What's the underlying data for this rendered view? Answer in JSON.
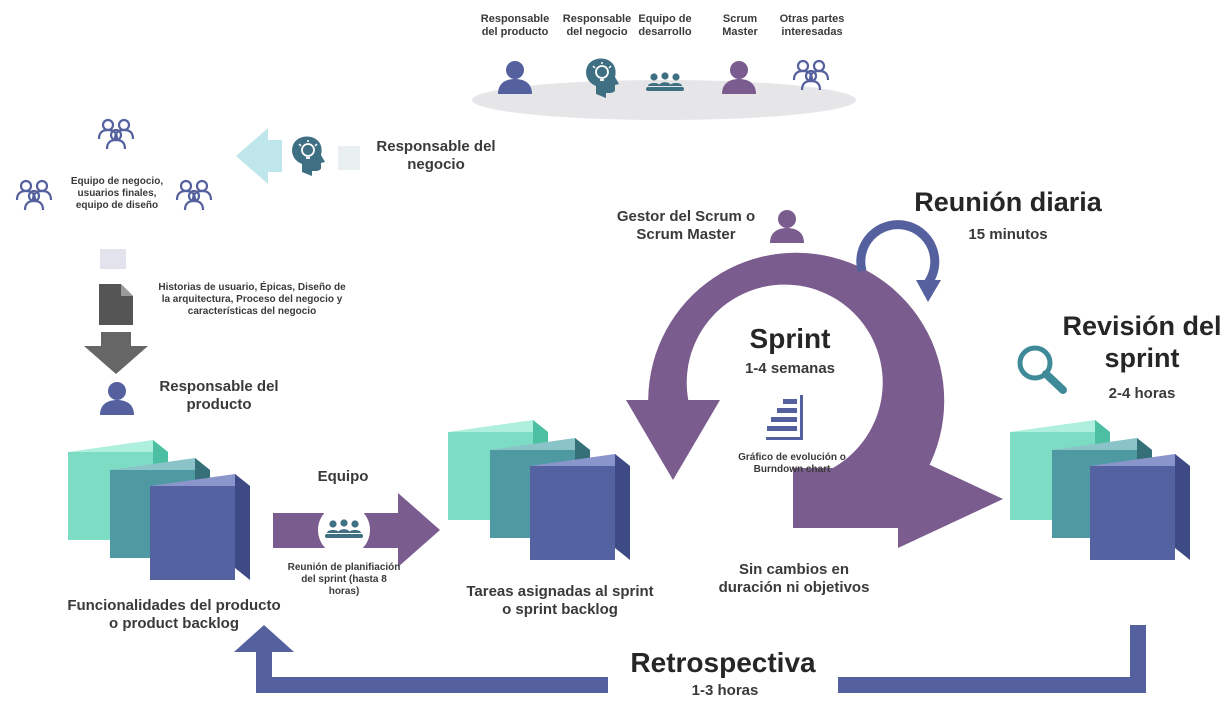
{
  "roles": [
    {
      "label": "Responsable\ndel producto",
      "icon": "person-icon"
    },
    {
      "label": "Responsable\ndel negocio",
      "icon": "head-lightbulb-icon"
    },
    {
      "label": "Equipo de\ndesarrollo",
      "icon": "team-meeting-icon"
    },
    {
      "label": "Scrum\nMaster",
      "icon": "person-icon"
    },
    {
      "label": "Otras partes\ninteresadas",
      "icon": "people-group-icon"
    }
  ],
  "business": {
    "owner_label": "Responsable del\nnegocio",
    "group_label": "Equipo de negocio,\nusuarios finales,\nequipo de diseño",
    "inputs_label": "Historias de usuario, Épicas, Diseño de\nla arquitectura, Proceso del negocio y\ncaracterísticas del negocio"
  },
  "product": {
    "owner_label": "Responsable del\nproducto",
    "backlog_label": "Funcionalidades del producto\no product backlog"
  },
  "planning": {
    "team_label": "Equipo",
    "meeting_label": "Reunión de planifiación\ndel sprint (hasta 8\nhoras)"
  },
  "sprint_backlog_label": "Tareas asignadas al sprint\no sprint backlog",
  "scrum_master_label": "Gestor del Scrum o\nScrum Master",
  "daily": {
    "title": "Reunión diaria",
    "duration": "15 minutos"
  },
  "sprint": {
    "title": "Sprint",
    "duration": "1-4 semanas",
    "chart_label": "Gráfico de evolución o\nBurndown chart",
    "rule": "Sin cambios en\nduración ni objetivos"
  },
  "review": {
    "title": "Revisión del\nsprint",
    "duration": "2-4 horas"
  },
  "retro": {
    "title": "Retrospectiva",
    "duration": "1-3 horas"
  },
  "colors": {
    "purple": "#7a5c8e",
    "navy": "#55609e",
    "navy_dark": "#3f4a86",
    "teal": "#3f6f82",
    "light_teal": "#bfe6ea",
    "cube_mint": "#7ddcc4",
    "cube_teal": "#4f9aa2",
    "cube_blue": "#5462a2",
    "gray": "#555555",
    "ellipse": "#e6e6e9"
  }
}
